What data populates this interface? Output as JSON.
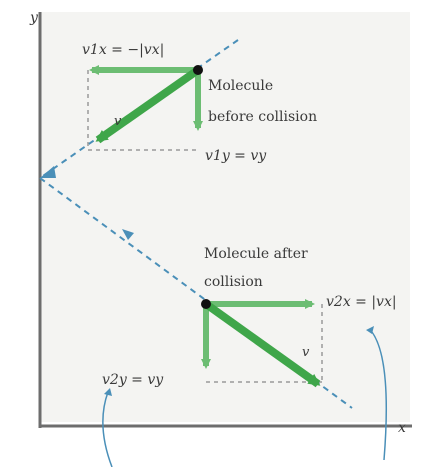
{
  "axes": {
    "x_label": "x",
    "y_label": "y"
  },
  "before": {
    "caption_line1": "Molecule",
    "caption_line2": "before collision",
    "v1x_label": "v1x = −|vx|",
    "v1y_label": "v1y = vy",
    "v_label": "v"
  },
  "after": {
    "caption_line1": "Molecule after",
    "caption_line2": "collision",
    "v2x_label": "v2x = |vx|",
    "v2y_label": "v2y = vy",
    "v_label": "v"
  },
  "colors": {
    "background": "#ffffff",
    "panel": "#f4f4f2",
    "axis": "#6d6d6d",
    "velocity_vector": "#3fa64a",
    "component_vector": "#6cbd73",
    "trajectory": "#4a8fb8",
    "dashed_guides": "#9a9a9a",
    "molecule": "#111111",
    "text": "#3a3a3a"
  },
  "icons": {
    "molecule": "dot-icon",
    "direction_marker": "triangle-arrow-icon"
  }
}
